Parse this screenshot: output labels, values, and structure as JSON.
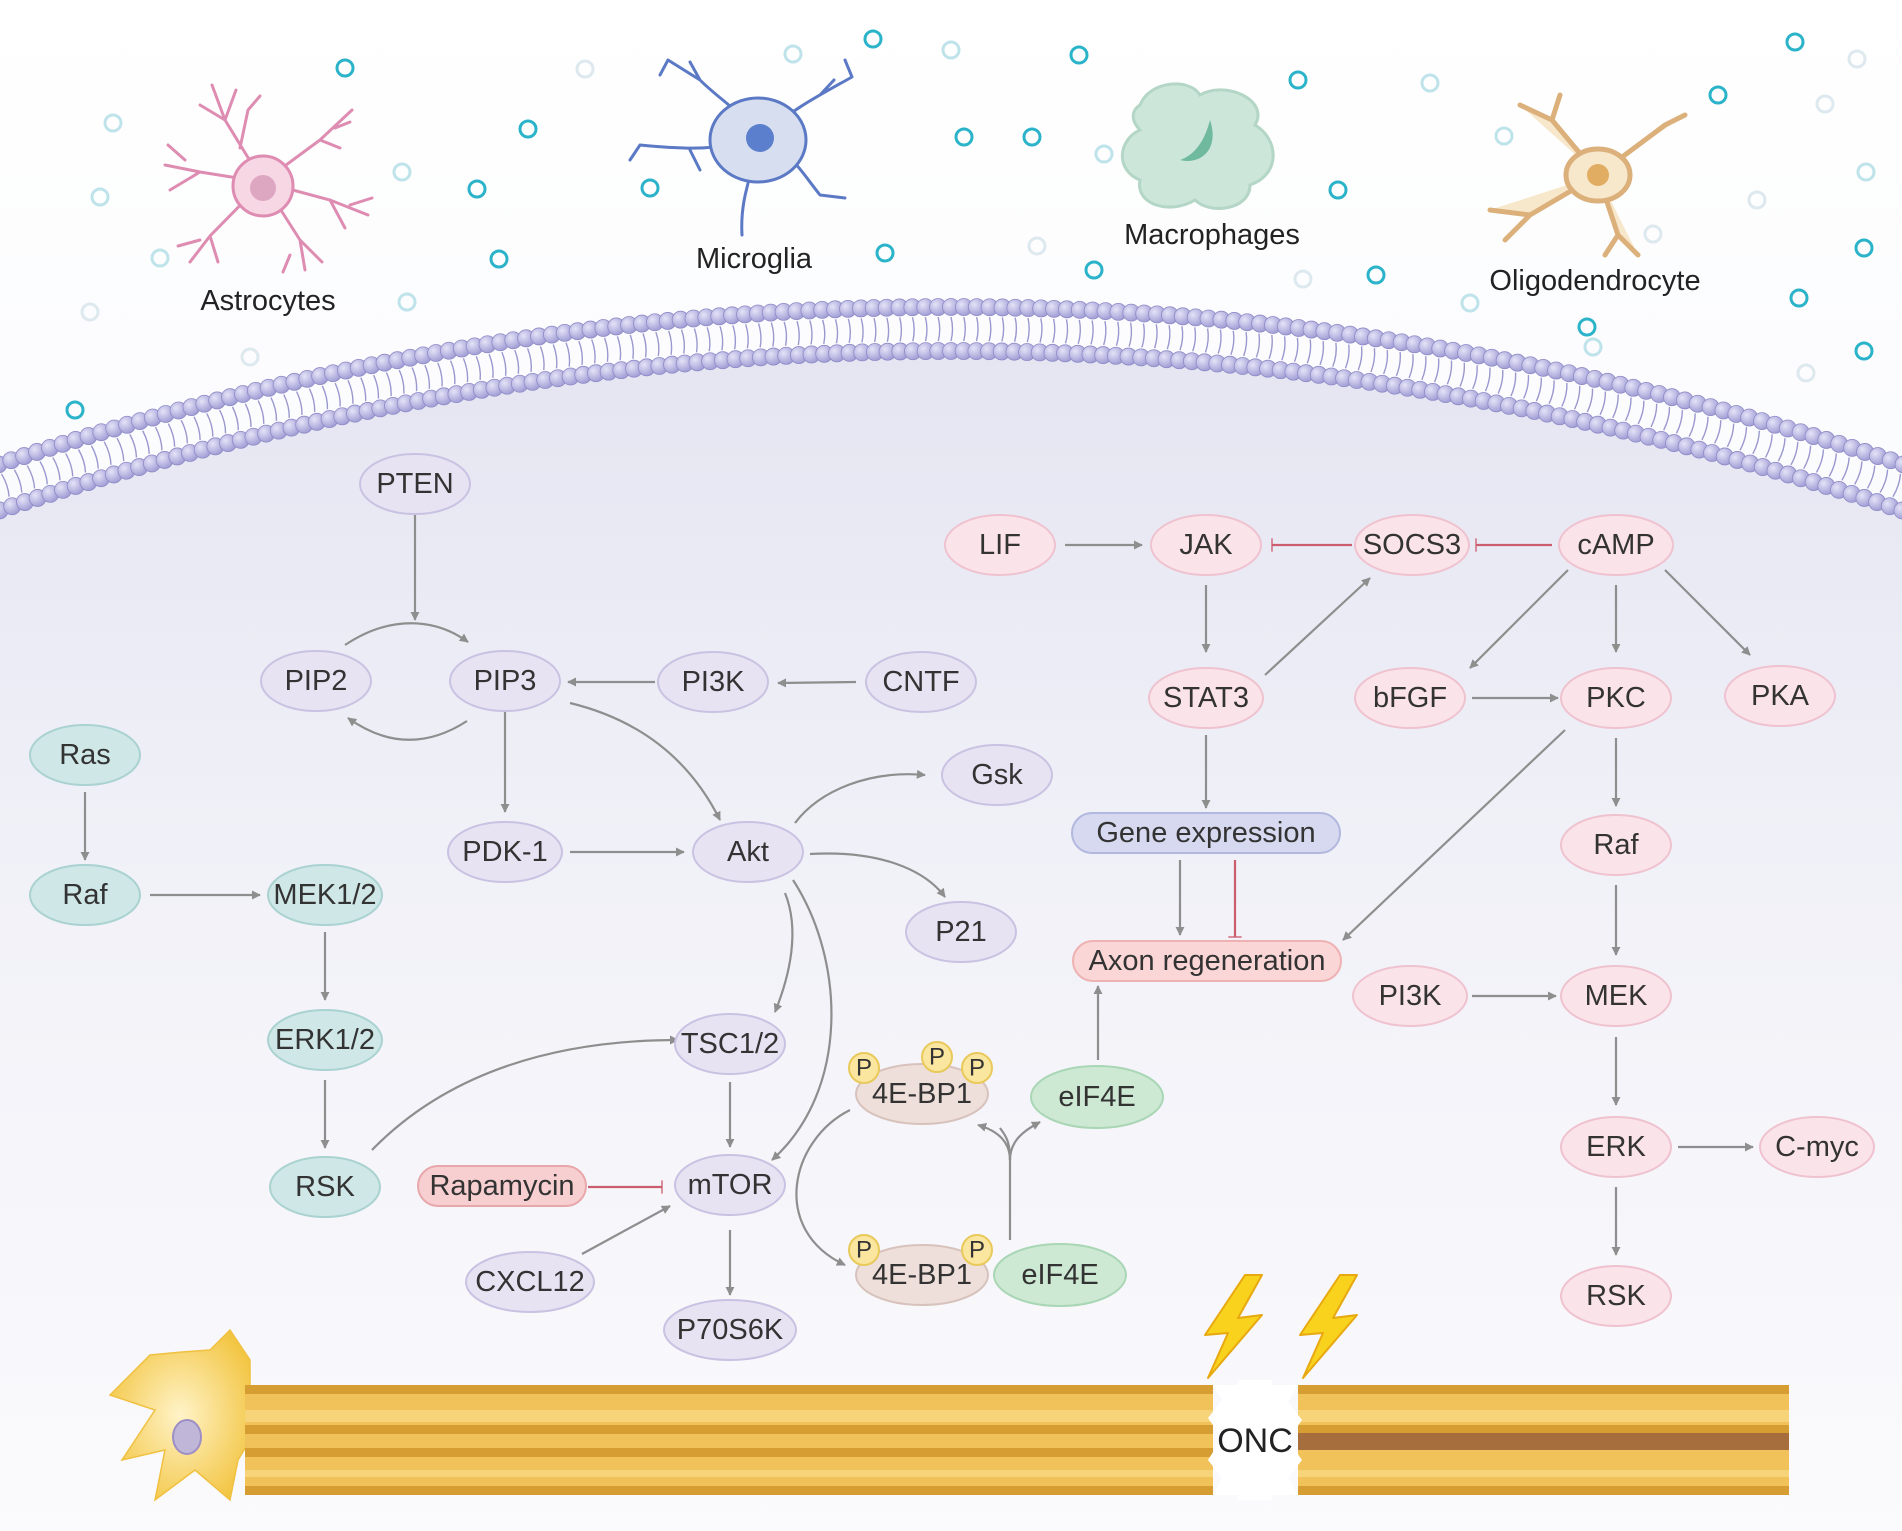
{
  "cells": {
    "astrocytes": "Astrocytes",
    "microglia": "Microglia",
    "macrophages": "Macrophages",
    "oligodendrocyte": "Oligodendrocyte"
  },
  "nodes": {
    "pten": "PTEN",
    "pip2": "PIP2",
    "pip3": "PIP3",
    "pi3k_left": "PI3K",
    "cntf": "CNTF",
    "ras": "Ras",
    "raf_left": "Raf",
    "mek12": "MEK1/2",
    "erk12": "ERK1/2",
    "rsk_left": "RSK",
    "pdk1": "PDK-1",
    "akt": "Akt",
    "gsk": "Gsk",
    "p21": "P21",
    "tsc12": "TSC1/2",
    "mtor": "mTOR",
    "rapamycin": "Rapamycin",
    "cxcl12": "CXCL12",
    "p70s6k": "P70S6K",
    "ebp1_top": "4E-BP1",
    "ebp1_bottom": "4E-BP1",
    "eif4e_top": "eIF4E",
    "eif4e_bottom": "eIF4E",
    "lif": "LIF",
    "jak": "JAK",
    "socs3": "SOCS3",
    "camp": "cAMP",
    "stat3": "STAT3",
    "bfgf": "bFGF",
    "pkc": "PKC",
    "pka": "PKA",
    "gene_expression": "Gene expression",
    "axon_regeneration": "Axon regeneration",
    "raf_right": "Raf",
    "pi3k_right": "PI3K",
    "mek": "MEK",
    "erk": "ERK",
    "cmyc": "C-myc",
    "rsk_right": "RSK",
    "phospho": "P"
  },
  "nerve": {
    "label": "ONC"
  },
  "colors": {
    "purple_node": "#e7e3f2",
    "teal_node": "#cfe7e6",
    "pink_node": "#fbe3ea",
    "rapamycin": "#f7cfd0",
    "gene_expression": "#d6d9ef",
    "axon_regeneration": "#fad6d6",
    "eif4e": "#cde8d3",
    "ebp1": "#eedfdb",
    "phospho": "#fbe6a0",
    "arrow": "#8e8e8e",
    "inhibit": "#cc5d6f",
    "membrane": "#b6b4e0",
    "axon_gold": "#f1c15a"
  }
}
